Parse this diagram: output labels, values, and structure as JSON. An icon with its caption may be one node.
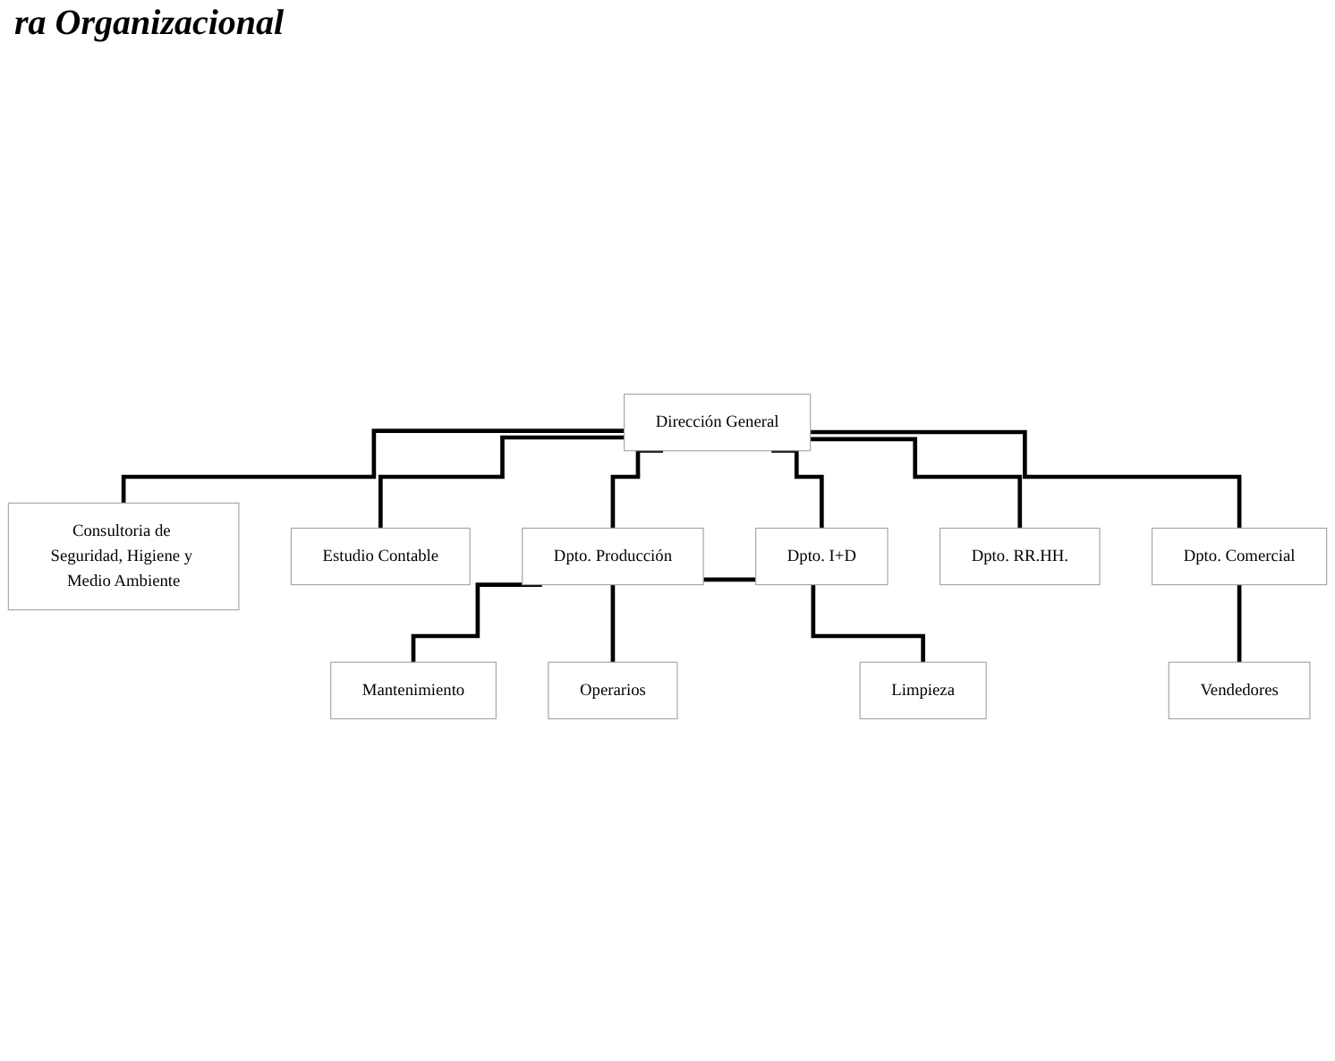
{
  "diagram": {
    "title": "ra Organizacional",
    "nodes": [
      {
        "text": [
          "Dirección General"
        ]
      },
      {
        "text": [
          "Consultoria de Seguridad, Higiene y Medio Ambiente"
        ]
      },
      {
        "text": [
          "Estudio Contable"
        ]
      },
      {
        "text": [
          "Dpto. Producción"
        ]
      },
      {
        "text": [
          "Dpto. I+D"
        ]
      },
      {
        "text": [
          "Dpto. RR.HH."
        ]
      },
      {
        "text": [
          "Dpto. Comercial"
        ]
      },
      {
        "text": [
          "Mantenimiento"
        ]
      },
      {
        "text": [
          "Operarios"
        ]
      },
      {
        "text": [
          "Limpieza"
        ]
      },
      {
        "text": [
          "Vendedores"
        ]
      }
    ],
    "edges": [
      {
        "from": 0,
        "to": 1,
        "arrow": "none"
      },
      {
        "from": 0,
        "to": 2,
        "arrow": "none"
      },
      {
        "from": 0,
        "to": 3,
        "arrow": "none"
      },
      {
        "from": 0,
        "to": 4,
        "arrow": "none"
      },
      {
        "from": 0,
        "to": 5,
        "arrow": "none"
      },
      {
        "from": 0,
        "to": 6,
        "arrow": "none"
      },
      {
        "from": 3,
        "to": 7,
        "arrow": "none"
      },
      {
        "from": 3,
        "to": 8,
        "arrow": "none"
      },
      {
        "from": 3,
        "to": 9,
        "arrow": "none"
      },
      {
        "from": 6,
        "to": 10,
        "arrow": "none"
      }
    ]
  }
}
